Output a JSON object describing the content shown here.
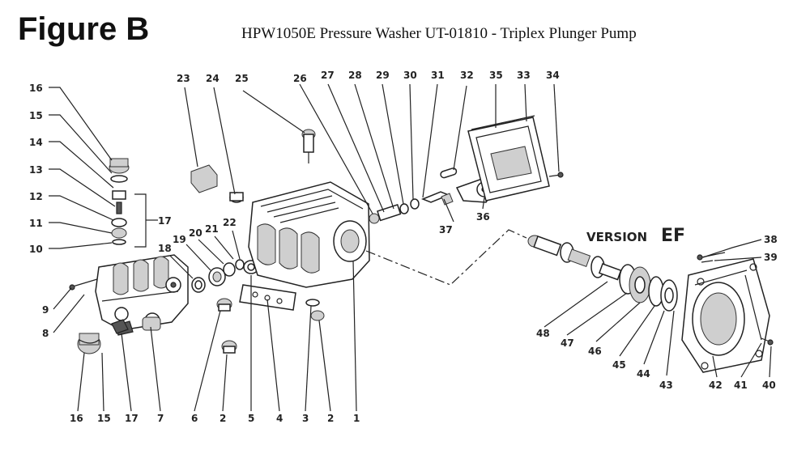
{
  "heading": "Figure B",
  "title": "HPW1050E Pressure Washer UT-01810 - Triplex Plunger Pump",
  "version_label": {
    "prefix": "VERSION",
    "suffix": "EF"
  },
  "part_numbers": {
    "p1": "1",
    "p2": "2",
    "p3": "3",
    "p4": "4",
    "p5": "5",
    "p6": "6",
    "p7": "7",
    "p8": "8",
    "p9": "9",
    "p10": "10",
    "p11": "11",
    "p12": "12",
    "p13": "13",
    "p14": "14",
    "p15": "15",
    "p16": "16",
    "p17": "17",
    "p18": "18",
    "p19": "19",
    "p20": "20",
    "p21": "21",
    "p22": "22",
    "p23": "23",
    "p24": "24",
    "p25": "25",
    "p26": "26",
    "p27": "27",
    "p28": "28",
    "p29": "29",
    "p30": "30",
    "p31": "31",
    "p32": "32",
    "p33": "33",
    "p34": "34",
    "p35": "35",
    "p36": "36",
    "p37": "37",
    "p38": "38",
    "p39": "39",
    "p40": "40",
    "p41": "41",
    "p42": "42",
    "p43": "43",
    "p44": "44",
    "p45": "45",
    "p46": "46",
    "p47": "47",
    "p48": "48"
  }
}
